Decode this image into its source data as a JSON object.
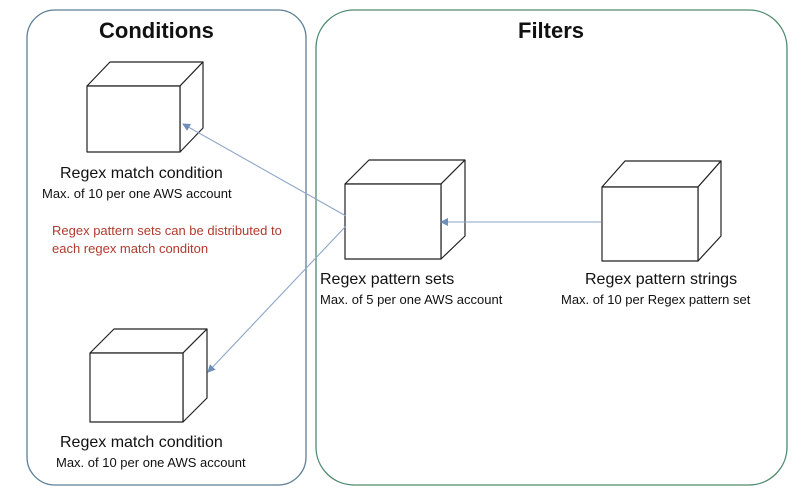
{
  "panels": {
    "conditions": {
      "heading": "Conditions",
      "border_color": "#5c7f96",
      "top_box": {
        "title": "Regex match condition",
        "subtitle": "Max. of 10 per one AWS account"
      },
      "note": "Regex pattern sets can be distributed to each regex match conditon",
      "bottom_box": {
        "title": "Regex match condition",
        "subtitle": "Max. of 10 per one AWS account"
      }
    },
    "filters": {
      "heading": "Filters",
      "border_color": "#4f8a6e",
      "pattern_sets": {
        "title": "Regex pattern sets",
        "subtitle": "Max. of 5 per one AWS account"
      },
      "pattern_strings": {
        "title": "Regex pattern strings",
        "subtitle": "Max. of 10 per Regex pattern set"
      }
    }
  },
  "colors": {
    "note": "#b03a2e",
    "arrow": "#8ea6c8",
    "box_stroke": "#222222"
  }
}
